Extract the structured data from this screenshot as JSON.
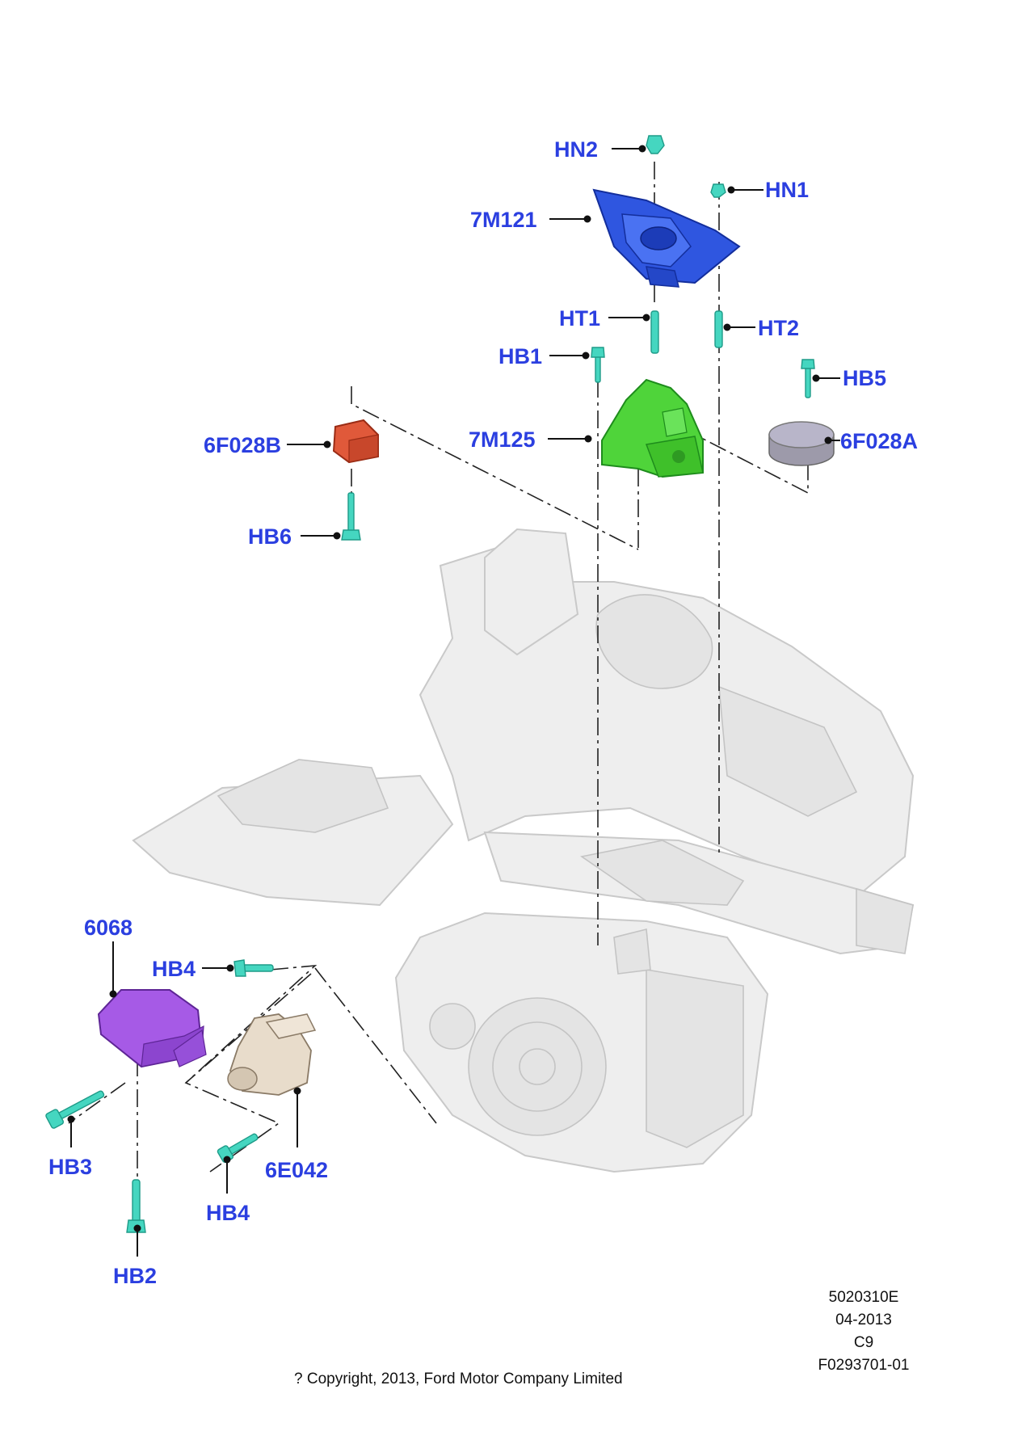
{
  "diagram": {
    "labels": {
      "hn2": "HN2",
      "hn1": "HN1",
      "m7m121": "7M121",
      "ht1": "HT1",
      "ht2": "HT2",
      "hb1": "HB1",
      "hb5": "HB5",
      "f6f028b": "6F028B",
      "m7m125": "7M125",
      "f6f028a": "6F028A",
      "hb6": "HB6",
      "p6068": "6068",
      "hb4_top": "HB4",
      "hb3": "HB3",
      "e6e042": "6E042",
      "hb4_bottom": "HB4",
      "hb2": "HB2"
    },
    "colors": {
      "label": "#2b3fe0",
      "mount_7m121": "#2f56e0",
      "mount_7m125": "#4fd43a",
      "insulator_6f028b": "#e0593a",
      "insulator_6f028a": "#b8b5c9",
      "mount_6068": "#a65ae6",
      "bracket_6e042": "#e8dccb",
      "fasteners": "#45d6c0"
    },
    "footer": {
      "ref_lines": [
        "5020310E",
        "04-2013",
        "C9",
        "F0293701-01"
      ],
      "copyright": "? Copyright, 2013, Ford Motor Company Limited"
    }
  }
}
